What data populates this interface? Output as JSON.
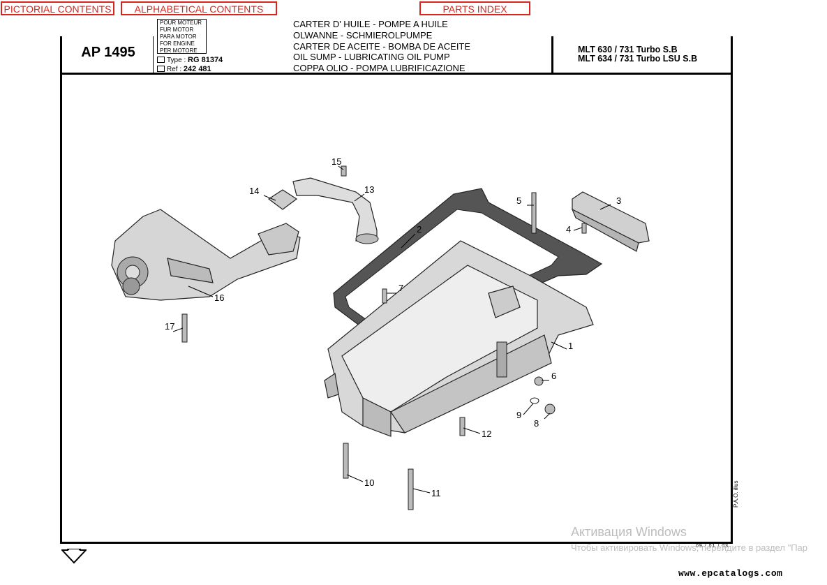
{
  "nav": {
    "pictorial": "PICTORIAL CONTENTS",
    "alphabetical": "ALPHABETICAL CONTENTS",
    "parts_index": "PARTS INDEX"
  },
  "header": {
    "code": "AP 1495",
    "engine_box": [
      "POUR MOTEUR",
      "FUR MOTOR",
      "PARA MOTOR",
      "FOR ENGINE",
      "PER MOTORE"
    ],
    "type_label": "Type :",
    "type_value": "RG 81374",
    "ref_label": "Ref :",
    "ref_value": "242 481",
    "titles": [
      "CARTER D' HUILE - POMPE A HUILE",
      "OLWANNE - SCHMIEROLPUMPE",
      "CARTER DE ACEITE - BOMBA DE ACEITE",
      "OIL SUMP - LUBRICATING OIL PUMP",
      "COPPA OLIO - POMPA LUBRIFICAZIONE"
    ],
    "models": [
      "MLT 630 / 731 Turbo S.B",
      "MLT 634 / 731 Turbo LSU S.B"
    ]
  },
  "callouts": [
    "1",
    "2",
    "3",
    "4",
    "5",
    "6",
    "7",
    "8",
    "9",
    "10",
    "11",
    "12",
    "13",
    "14",
    "15",
    "16",
    "17"
  ],
  "footer": {
    "date": "09 / 01 / 03",
    "illus": "P.A.O. illus",
    "watermark_title": "Активация Windows",
    "watermark_sub": "Чтобы активировать Windows, перейдите в раздел \"Пар",
    "site": "www.epcatalogs.com"
  }
}
